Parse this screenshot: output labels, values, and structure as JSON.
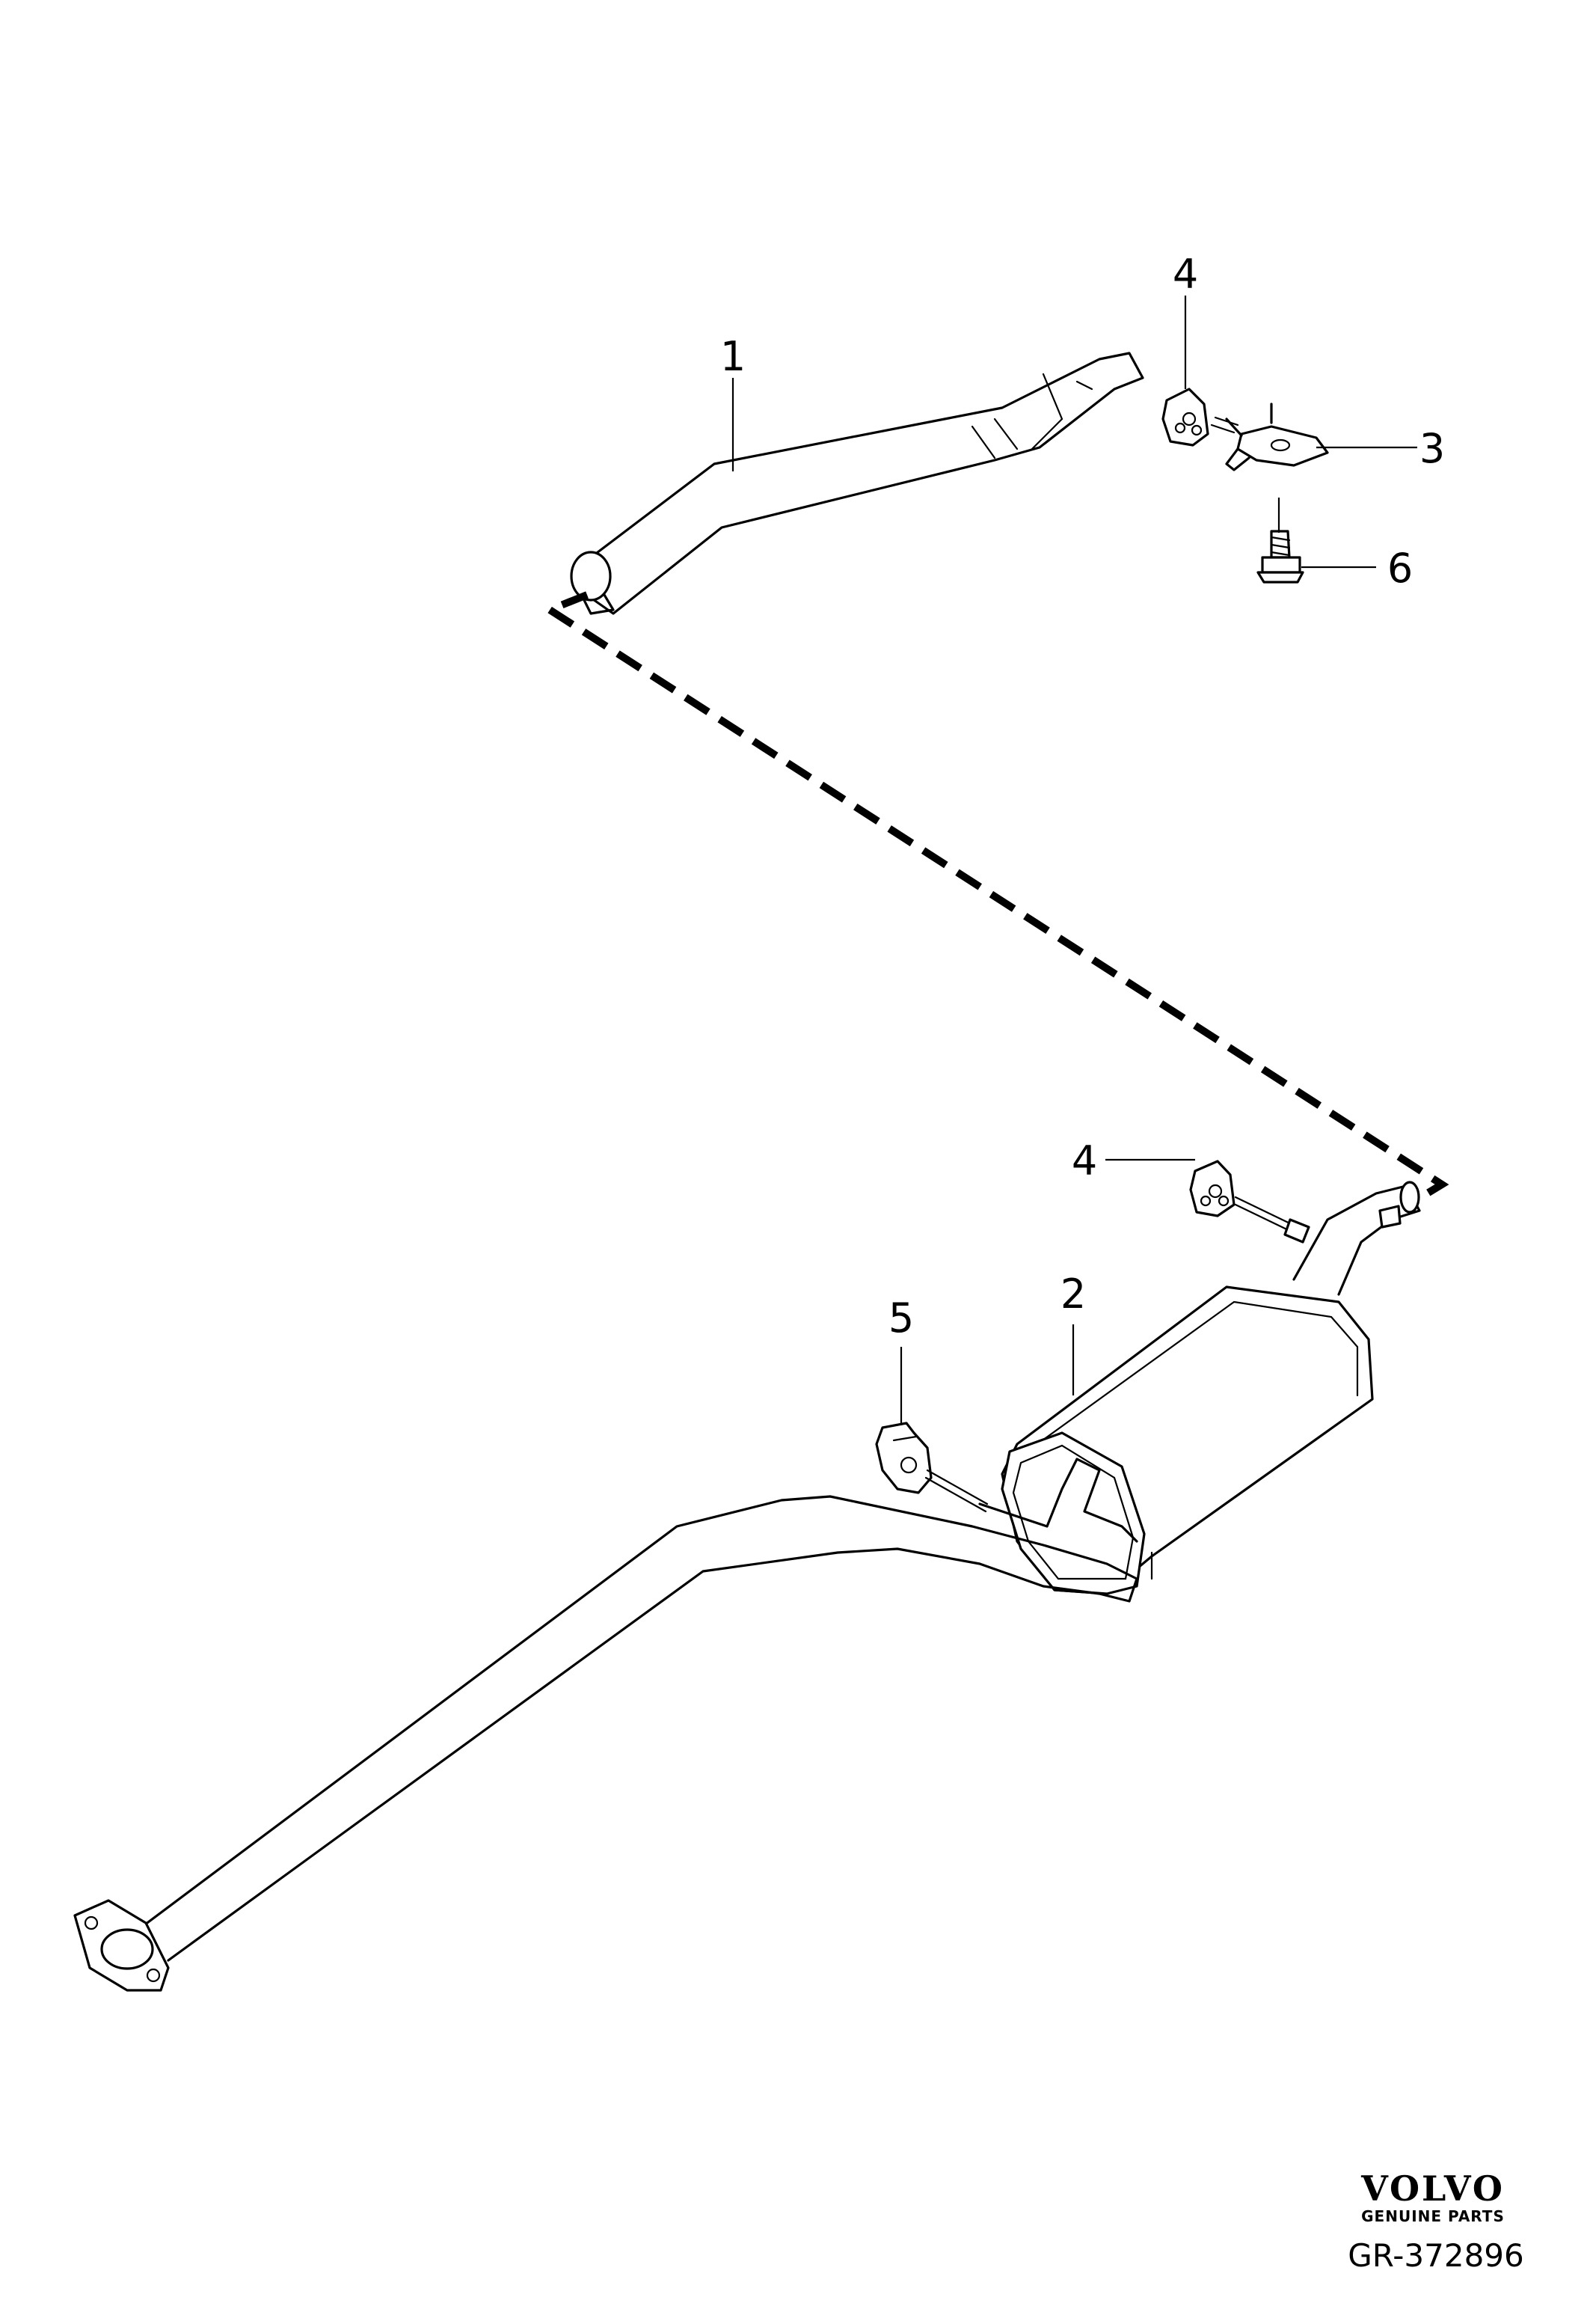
{
  "callouts": {
    "c1": "1",
    "c2": "2",
    "c3": "3",
    "c4_top": "4",
    "c4_bottom": "4",
    "c5": "5",
    "c6": "6"
  },
  "brand": {
    "name": "VOLVO",
    "subtitle": "GENUINE PARTS"
  },
  "reference": "GR-372896"
}
